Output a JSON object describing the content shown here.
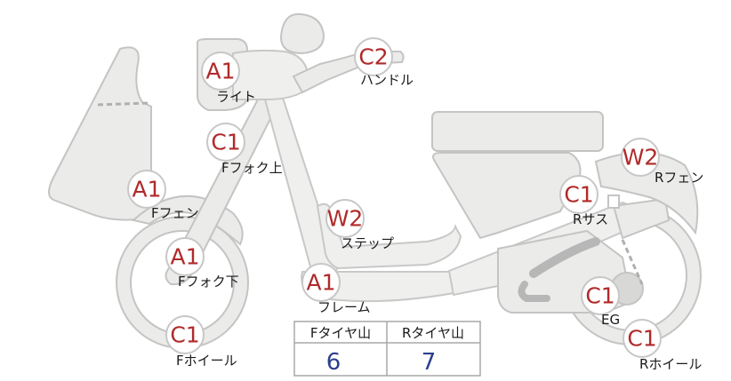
{
  "colors": {
    "grade_text": "#b02a2a",
    "part_fill": "#ebebe9",
    "part_stroke": "#c4c4c4",
    "table_value": "#2b3f8c"
  },
  "parts": {
    "light": {
      "grade": "A1",
      "name": "ライト"
    },
    "handle": {
      "grade": "C2",
      "name": "ハンドル"
    },
    "fork_upper": {
      "grade": "C1",
      "name": "Fフォク上"
    },
    "front_fender": {
      "grade": "A1",
      "name": "Fフェン"
    },
    "fork_lower": {
      "grade": "A1",
      "name": "Fフォク下"
    },
    "front_wheel": {
      "grade": "C1",
      "name": "Fホイール"
    },
    "step": {
      "grade": "W2",
      "name": "ステップ"
    },
    "frame": {
      "grade": "A1",
      "name": "フレーム"
    },
    "rear_fender": {
      "grade": "W2",
      "name": "Rフェン"
    },
    "rear_sus": {
      "grade": "C1",
      "name": "Rサス"
    },
    "engine": {
      "grade": "C1",
      "name": "EG"
    },
    "rear_wheel": {
      "grade": "C1",
      "name": "Rホイール"
    }
  },
  "tire_table": {
    "headers": [
      "Fタイヤ山",
      "Rタイヤ山"
    ],
    "values": [
      "6",
      "7"
    ]
  }
}
